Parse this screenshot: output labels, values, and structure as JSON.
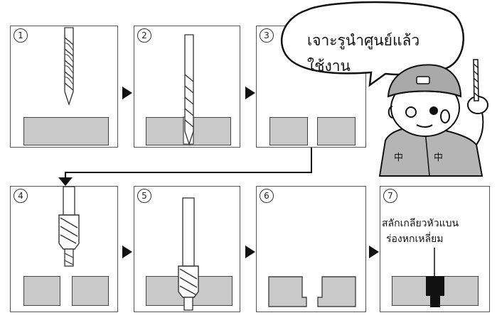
{
  "steps": [
    {
      "number": "1"
    },
    {
      "number": "2"
    },
    {
      "number": "3"
    },
    {
      "number": "4"
    },
    {
      "number": "5"
    },
    {
      "number": "6"
    },
    {
      "number": "7"
    }
  ],
  "speech_bubble": {
    "line1": "เจาะรูนำศูนย์แล้ว",
    "line2": "ใช้งาน"
  },
  "step7_label": {
    "line1": "สลักเกลียวหัวแบน",
    "line2": "ร่องหกเหลี่ยม"
  },
  "colors": {
    "block_fill": "#c9c9c9",
    "outline": "#444444",
    "bolt": "#111111"
  }
}
